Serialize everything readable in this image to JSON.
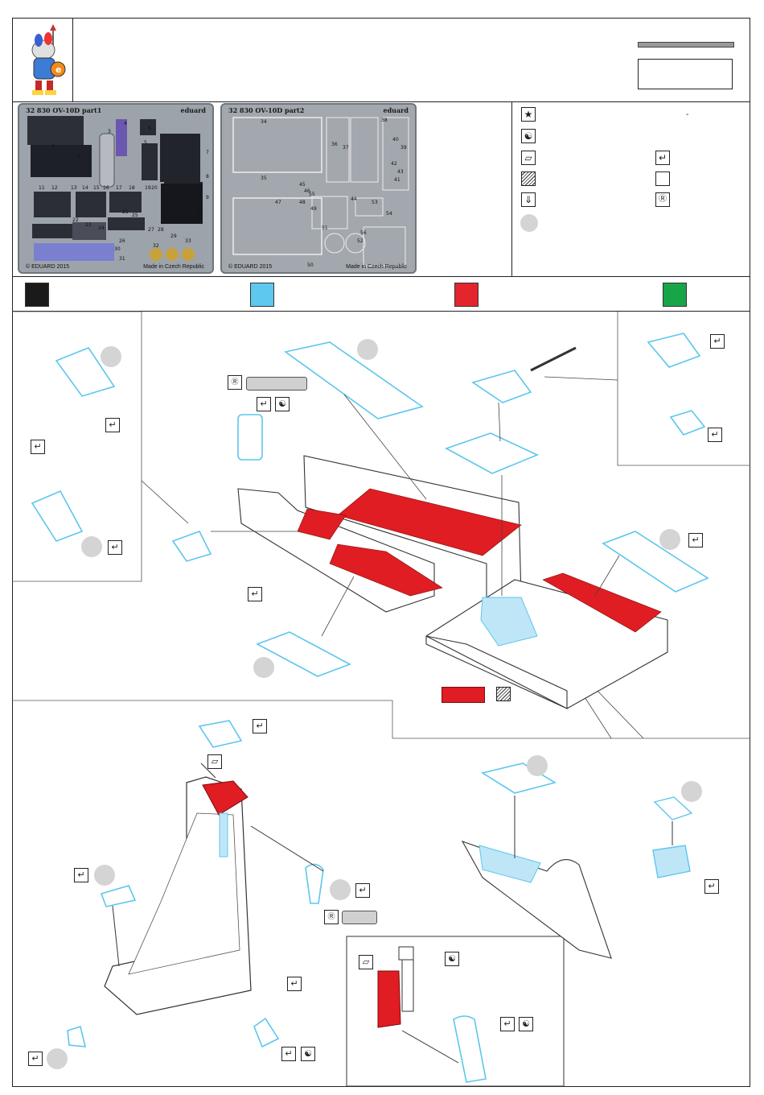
{
  "frets": [
    {
      "title": "32 830  OV-10D  part1",
      "brand": "eduard",
      "copyright": "© EDUARD 2015",
      "made": "Made in Czech Republic",
      "numbers": [
        "1",
        "2",
        "3",
        "4",
        "5",
        "6",
        "7",
        "8",
        "9",
        "10",
        "11",
        "12",
        "13",
        "14",
        "15",
        "16",
        "17",
        "18",
        "19",
        "20",
        "21",
        "22",
        "23",
        "24",
        "25",
        "26",
        "27",
        "28",
        "29",
        "30",
        "31",
        "32",
        "33"
      ]
    },
    {
      "title": "32 830  OV-10D  part2",
      "brand": "eduard",
      "copyright": "© EDUARD 2015",
      "made": "Made in Czech Republic",
      "numbers": [
        "34",
        "35",
        "36",
        "37",
        "38",
        "39",
        "40",
        "41",
        "42",
        "43",
        "44",
        "45",
        "46",
        "47",
        "48",
        "49",
        "50",
        "51",
        "52",
        "53",
        "54",
        "55",
        "56"
      ]
    }
  ],
  "legend": {
    "icons": [
      "star-icon",
      "yin-yang-icon",
      "parallelogram-icon",
      "hatched-icon",
      "drill-icon",
      "tick-icon",
      "blank-box-icon",
      "r-circle-icon"
    ],
    "dash": "-"
  },
  "colors": {
    "black": "#1a1a1a",
    "cyan": "#5ec8ee",
    "red": "#e3262b",
    "green": "#18a548",
    "part_blue": "#5cc6ee",
    "part_fill": "#bfe6f7",
    "part_red": "#e01d22"
  }
}
